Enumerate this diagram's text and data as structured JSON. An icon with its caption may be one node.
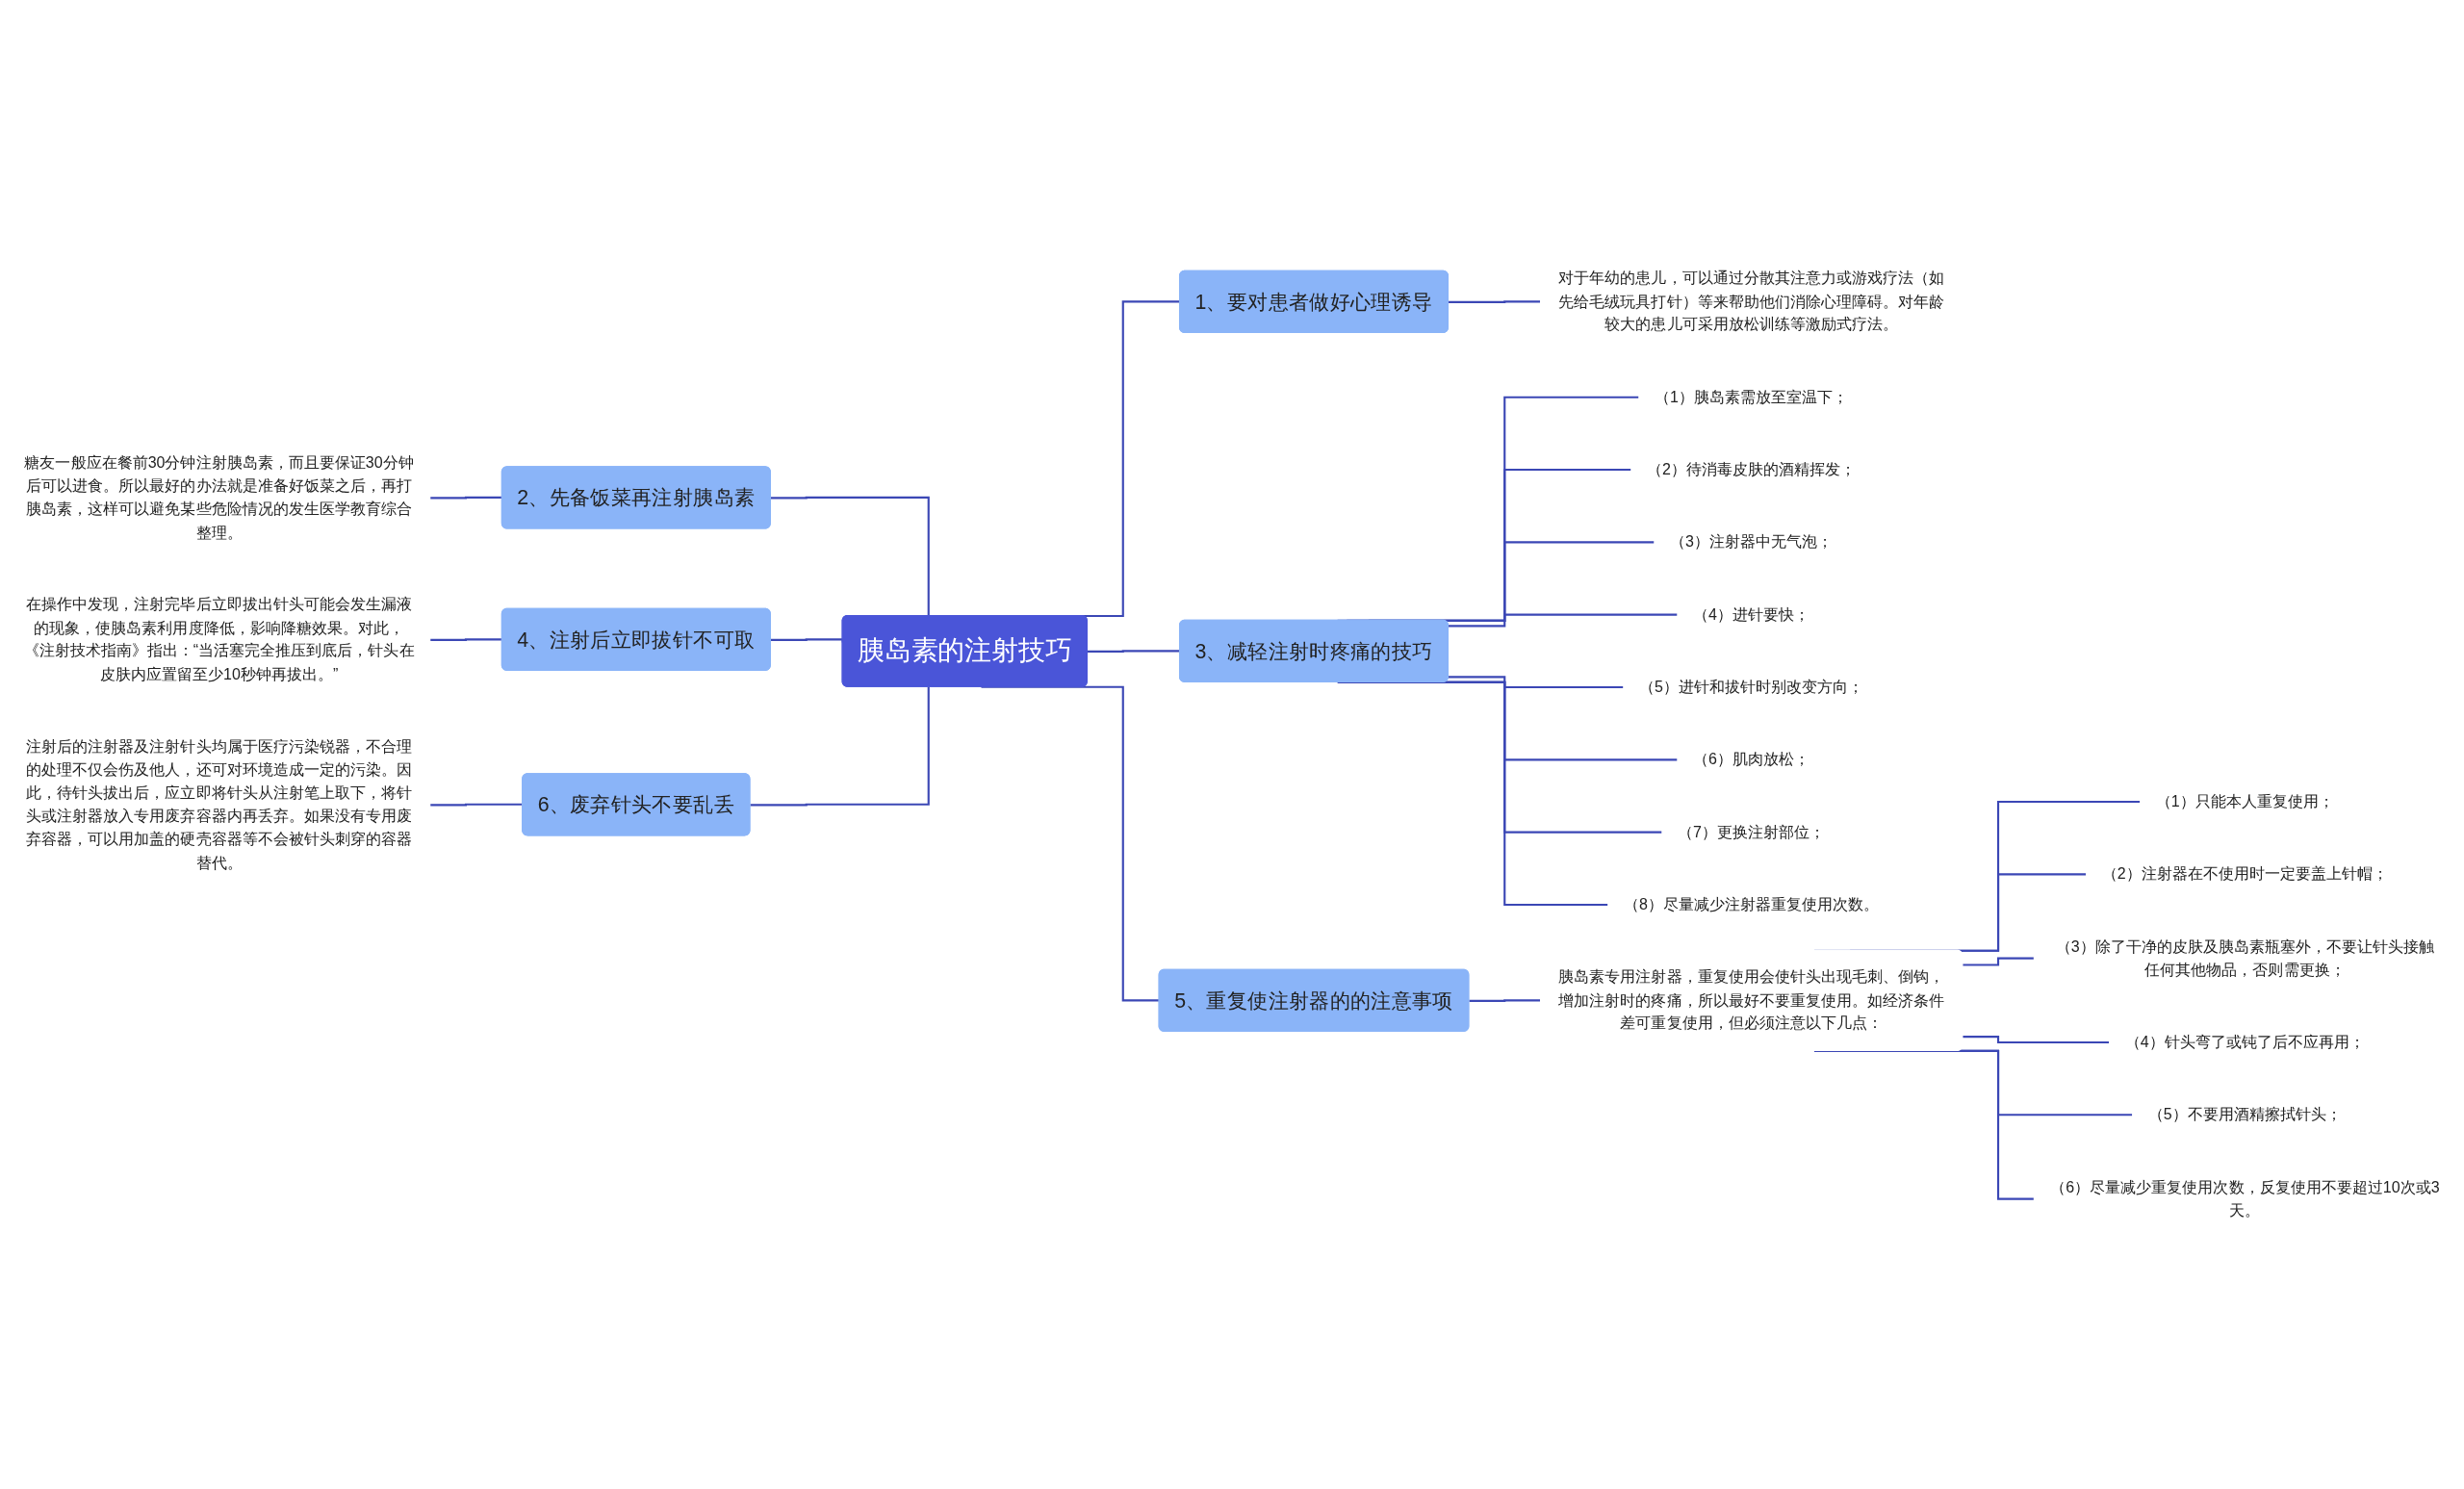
{
  "diagram": {
    "nodes": [
      {
        "text": [
          "胰岛素的注射技巧"
        ]
      },
      {
        "text": [
          "1、要对患者做好心理诱导"
        ]
      },
      {
        "text": [
          "对于年幼的患儿，可以通过分散其注意力或游戏疗法（如先给毛绒玩具打针）等来帮助他们消除心理障碍。对年龄较大的患儿可采用放松训练等激励式疗法。"
        ]
      },
      {
        "text": [
          "2、先备饭菜再注射胰岛素"
        ]
      },
      {
        "text": [
          "糖友一般应在餐前30分钟注射胰岛素，而且要保证30分钟后可以进食。所以最好的办法就是准备好饭菜之后，再打胰岛素，这样可以避免某些危险情况的发生医学教育综合整理。"
        ]
      },
      {
        "text": [
          "3、减轻注射时疼痛的技巧"
        ]
      },
      {
        "text": [
          "（1）胰岛素需放至室温下；"
        ]
      },
      {
        "text": [
          "（2）待消毒皮肤的酒精挥发；"
        ]
      },
      {
        "text": [
          "（3）注射器中无气泡；"
        ]
      },
      {
        "text": [
          "（4）进针要快；"
        ]
      },
      {
        "text": [
          "（5）进针和拔针时别改变方向；"
        ]
      },
      {
        "text": [
          "（6）肌肉放松；"
        ]
      },
      {
        "text": [
          "（7）更换注射部位；"
        ]
      },
      {
        "text": [
          "（8）尽量减少注射器重复使用次数。"
        ]
      },
      {
        "text": [
          "4、注射后立即拔针不可取"
        ]
      },
      {
        "text": [
          "在操作中发现，注射完毕后立即拔出针头可能会发生漏液的现象，使胰岛素利用度降低，影响降糖效果。对此，《注射技术指南》指出：“当活塞完全推压到底后，针头在皮肤内应置留至少10秒钟再拔出。”"
        ]
      },
      {
        "text": [
          "5、重复使注射器的的注意事项"
        ]
      },
      {
        "text": [
          "胰岛素专用注射器，重复使用会使针头出现毛刺、倒钩，增加注射时的疼痛，所以最好不要重复使用。如经济条件差可重复使用，但必须注意以下几点："
        ]
      },
      {
        "text": [
          "（1）只能本人重复使用；"
        ]
      },
      {
        "text": [
          "（2）注射器在不使用时一定要盖上针帽；"
        ]
      },
      {
        "text": [
          "（3）除了干净的皮肤及胰岛素瓶塞外，不要让针头接触任何其他物品，否则需更换；"
        ]
      },
      {
        "text": [
          "（4）针头弯了或钝了后不应再用；"
        ]
      },
      {
        "text": [
          "（5）不要用酒精擦拭针头；"
        ]
      },
      {
        "text": [
          "（6）尽量减少重复使用次数，反复使用不要超过10次或3天。"
        ]
      },
      {
        "text": [
          "6、废弃针头不要乱丢"
        ]
      },
      {
        "text": [
          "注射后的注射器及注射针头均属于医疗污染锐器，不合理的处理不仅会伤及他人，还可对环境造成一定的污染。因此，待针头拔出后，应立即将针头从注射笔上取下，将针头或注射器放入专用废弃容器内再丢弃。如果没有专用废弃容器，可以用加盖的硬壳容器等不会被针头刺穿的容器替代。"
        ]
      }
    ],
    "edges": [
      {
        "from": 0,
        "to": 1,
        "arrow": "none"
      },
      {
        "from": 1,
        "to": 2,
        "arrow": "none"
      },
      {
        "from": 4,
        "to": 3,
        "arrow": "none"
      },
      {
        "from": 3,
        "to": 0,
        "arrow": "none"
      },
      {
        "from": 0,
        "to": 5,
        "arrow": "none"
      },
      {
        "from": 5,
        "to": 6,
        "arrow": "none"
      },
      {
        "from": 5,
        "to": 7,
        "arrow": "none"
      },
      {
        "from": 5,
        "to": 8,
        "arrow": "none"
      },
      {
        "from": 5,
        "to": 9,
        "arrow": "none"
      },
      {
        "from": 5,
        "to": 10,
        "arrow": "none"
      },
      {
        "from": 5,
        "to": 11,
        "arrow": "none"
      },
      {
        "from": 5,
        "to": 12,
        "arrow": "none"
      },
      {
        "from": 5,
        "to": 13,
        "arrow": "none"
      },
      {
        "from": 15,
        "to": 14,
        "arrow": "none"
      },
      {
        "from": 14,
        "to": 0,
        "arrow": "none"
      },
      {
        "from": 0,
        "to": 16,
        "arrow": "none"
      },
      {
        "from": 16,
        "to": 17,
        "arrow": "none"
      },
      {
        "from": 17,
        "to": 18,
        "arrow": "none"
      },
      {
        "from": 17,
        "to": 19,
        "arrow": "none"
      },
      {
        "from": 17,
        "to": 20,
        "arrow": "none"
      },
      {
        "from": 17,
        "to": 21,
        "arrow": "none"
      },
      {
        "from": 17,
        "to": 22,
        "arrow": "none"
      },
      {
        "from": 17,
        "to": 23,
        "arrow": "none"
      },
      {
        "from": 25,
        "to": 24,
        "arrow": "none"
      },
      {
        "from": 24,
        "to": 0,
        "arrow": "none"
      }
    ]
  }
}
